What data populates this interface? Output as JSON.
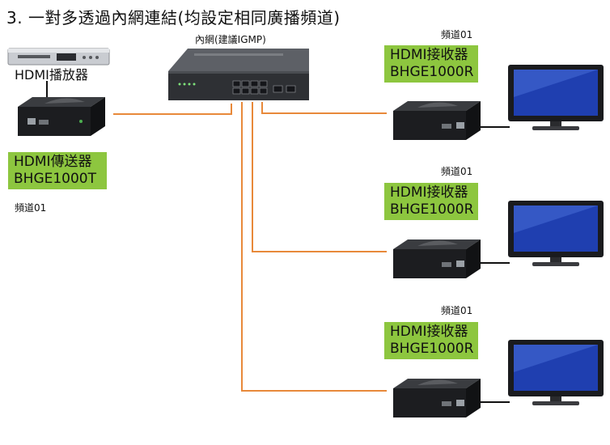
{
  "title": "3. 一對多透過內網連結(均設定相同廣播頻道)",
  "switch": {
    "label": "內網(建議IGMP)"
  },
  "player": {
    "label": "HDMI播放器"
  },
  "transmitter": {
    "line1": "HDMI傳送器",
    "line2": "BHGE1000T",
    "channel": "頻道01"
  },
  "receivers": [
    {
      "channel": "頻道01",
      "line1": "HDMI接收器",
      "line2": "BHGE1000R"
    },
    {
      "channel": "頻道01",
      "line1": "HDMI接收器",
      "line2": "BHGE1000R"
    },
    {
      "channel": "頻道01",
      "line1": "HDMI接收器",
      "line2": "BHGE1000R"
    }
  ],
  "colors": {
    "cable": "#e8893a",
    "label_bg": "#8dc63f",
    "screen": "#1f3fb0"
  }
}
